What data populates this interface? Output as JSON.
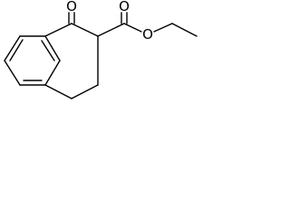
{
  "molecule": {
    "atom_labels": {
      "ketone_oxygen": "O",
      "carbonyl_oxygen": "O",
      "ester_oxygen": "O"
    },
    "line_color": "#000000",
    "background_color": "#ffffff"
  }
}
